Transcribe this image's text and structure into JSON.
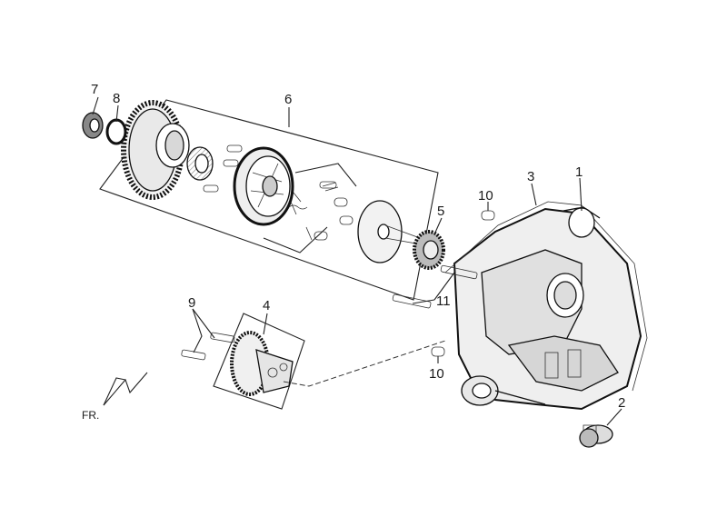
{
  "callouts": {
    "c1": "1",
    "c2": "2",
    "c3": "3",
    "c4": "4",
    "c5": "5",
    "c6": "6",
    "c7": "7",
    "c8": "8",
    "c9": "9",
    "c10a": "10",
    "c10b": "10",
    "c11": "11"
  },
  "direction_label": "FR."
}
